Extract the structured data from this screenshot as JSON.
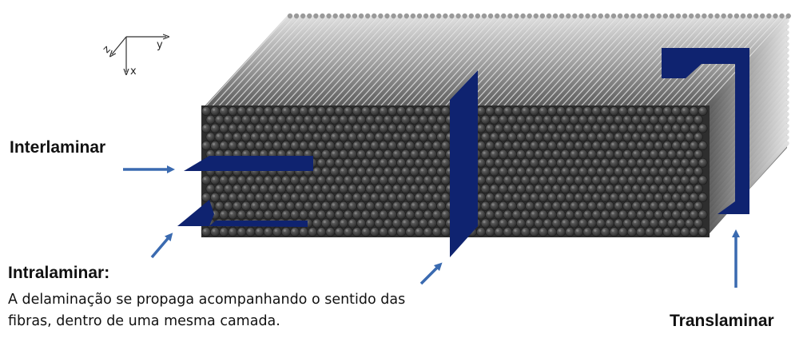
{
  "axes": {
    "z": "z",
    "y": "y",
    "x": "x"
  },
  "labels": {
    "interlaminar": "Interlaminar",
    "intralaminar": "Intralaminar:",
    "intralaminar_desc": "A delaminação se propaga acompanhando o sentido das fibras, dentro de uma mesma camada.",
    "translaminar": "Translaminar"
  },
  "colors": {
    "fiber_light": "#b4b4b4",
    "fiber_mid": "#8a8a8a",
    "fiber_dark": "#3c3c3c",
    "crack_plane": "#0f2370",
    "arrow": "#3a6ab0"
  },
  "icons": [
    "axis-triad-icon",
    "arrow-icon"
  ]
}
